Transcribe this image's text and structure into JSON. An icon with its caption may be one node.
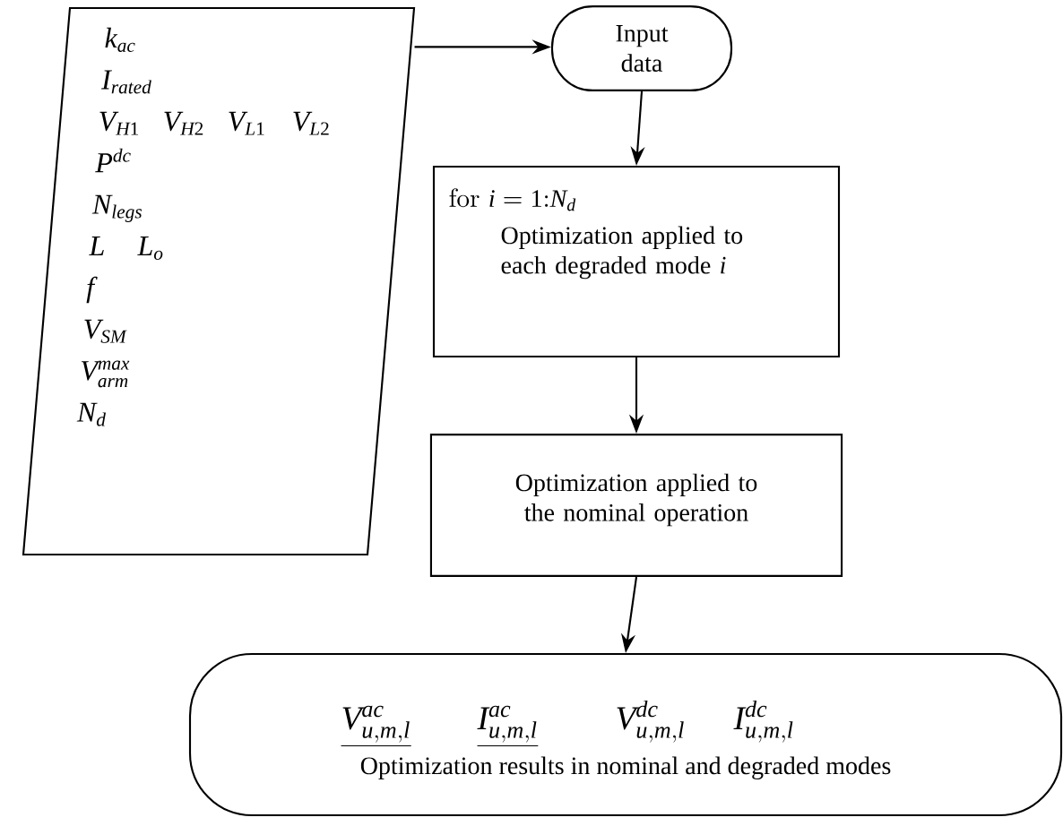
{
  "diagram": {
    "nodes": [
      {
        "text": [
          "k_{ac}",
          "I_{rated}",
          "V_{H1}",
          "V_{H2}",
          "V_{L1}",
          "V_{L2}",
          "P^{dc}",
          "N_{legs}",
          "L",
          "L_{o}",
          "f",
          "V_{SM}",
          "V_{arm}^{max}",
          "N_{d}"
        ]
      },
      {
        "text": [
          "Input data"
        ]
      },
      {
        "text": [
          "\\mathrm{for}\\ i=1\\mathrm{:}N_{d}",
          "Optimization applied to each degraded mode *i*"
        ]
      },
      {
        "text": [
          "Optimization applied to the nominal operation"
        ]
      },
      {
        "text": [
          "\\underline{V_{u,m,l}^{ac}}",
          "\\underline{I_{u,m,l}^{ac}}",
          "V_{u,m,l}^{dc}",
          "I_{u,m,l}^{dc}",
          "Optimization results in nominal and degraded modes"
        ]
      }
    ],
    "edges": [
      {
        "from": 0,
        "to": 1,
        "arrow": "to"
      },
      {
        "from": 1,
        "to": 2,
        "arrow": "to"
      },
      {
        "from": 2,
        "to": 3,
        "arrow": "to"
      },
      {
        "from": 3,
        "to": 4,
        "arrow": "to"
      }
    ]
  }
}
